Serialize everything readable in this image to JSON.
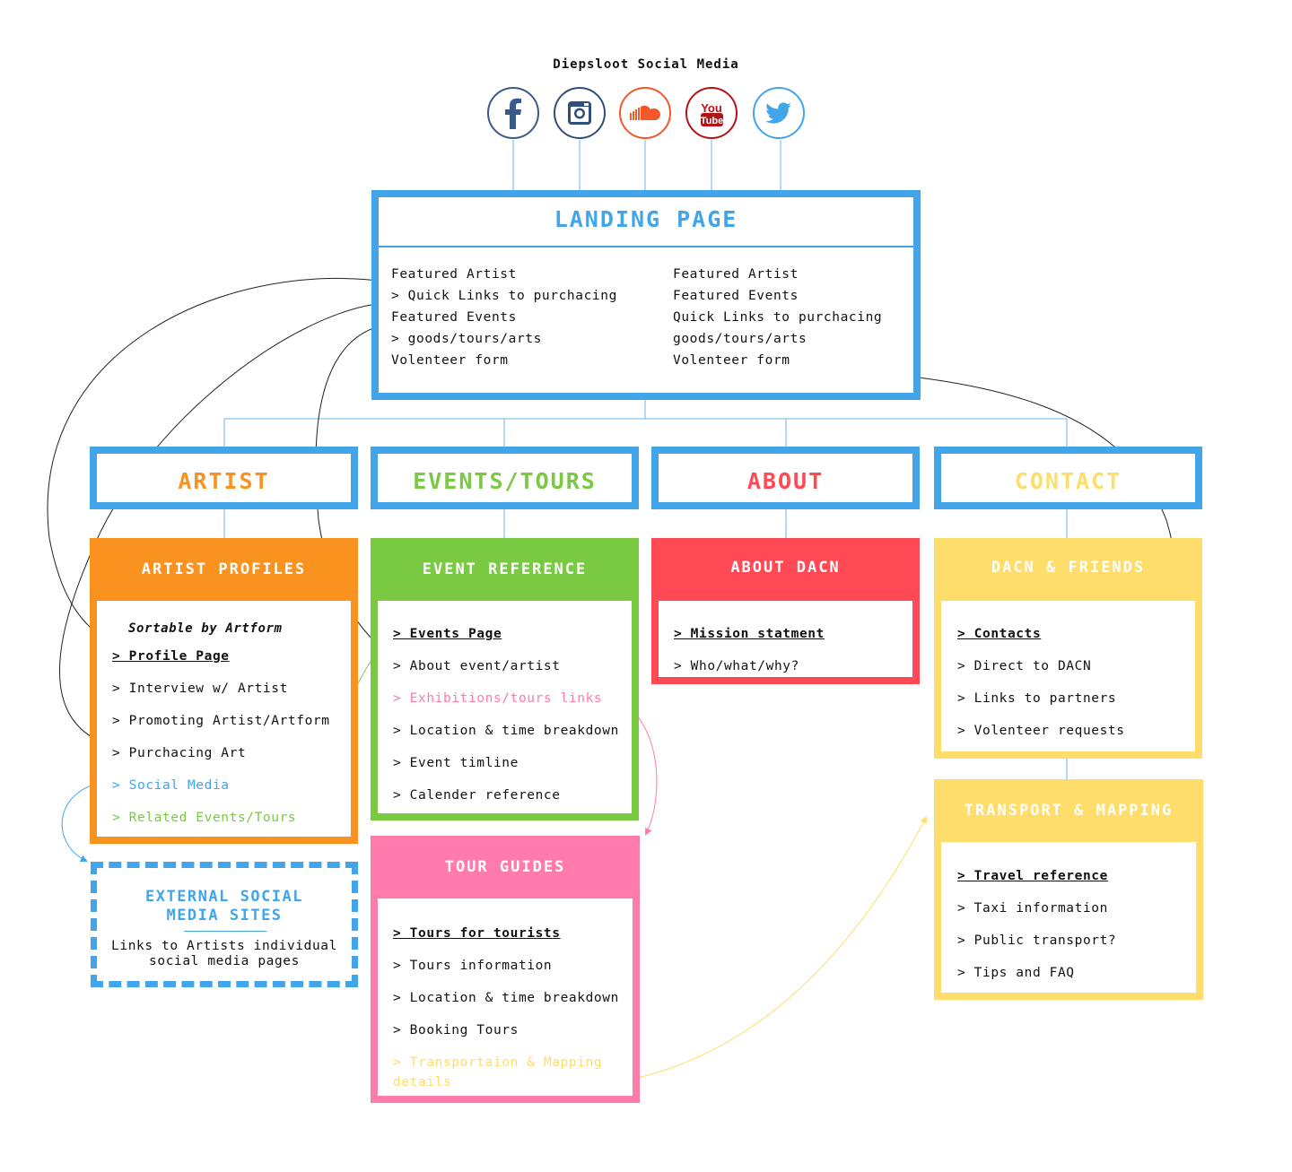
{
  "title": "Diepsloot Social Media",
  "icons": [
    "facebook-icon",
    "instagram-icon",
    "soundcloud-icon",
    "youtube-icon",
    "twitter-icon"
  ],
  "icon_texts": {
    "youtube_you": "You",
    "youtube_tube": "Tube"
  },
  "colors": {
    "blue": "#42a5ea",
    "orange": "#f9921f",
    "green": "#7ac943",
    "red": "#ff4a55",
    "yellow": "#ffdd6a",
    "pink": "#ff7bac",
    "facebook": "#3b5a88",
    "instagram": "#2d4f78",
    "soundcloud": "#f2582a",
    "youtube": "#b31217",
    "twitter": "#42a5ea"
  },
  "landing": {
    "title": "LANDING PAGE",
    "left": [
      "Featured Artist",
      "> Quick Links to purchacing",
      "Featured Events",
      "> goods/tours/arts",
      "Volenteer form"
    ],
    "right": [
      "Featured Artist",
      "Featured Events",
      "Quick Links to purchacing",
      "goods/tours/arts",
      "Volenteer form"
    ]
  },
  "sections": {
    "artist": "ARTIST",
    "events": "EVENTS/TOURS",
    "about": "ABOUT",
    "contact": "CONTACT"
  },
  "artist_profiles": {
    "title": "ARTIST PROFILES",
    "subtitle": "Sortable by Artform",
    "items": [
      "> Profile Page",
      "> Interview w/ Artist",
      "> Promoting Artist/Artform",
      "> Purchacing Art",
      "> Social Media",
      "> Related Events/Tours"
    ]
  },
  "event_reference": {
    "title": "EVENT REFERENCE",
    "items": [
      "> Events Page",
      "> About event/artist",
      "> Exhibitions/tours links",
      "> Location & time breakdown",
      "> Event timline",
      "> Calender reference"
    ]
  },
  "about_dacn": {
    "title": "ABOUT DACN",
    "items": [
      "> Mission statment",
      "> Who/what/why?"
    ]
  },
  "dacn_friends": {
    "title": "DACN & FRIENDS",
    "items": [
      "> Contacts",
      "> Direct to DACN",
      "> Links to partners",
      "> Volenteer requests"
    ]
  },
  "tour_guides": {
    "title": "TOUR GUIDES",
    "items": [
      "> Tours for tourists",
      "> Tours information",
      "> Location & time breakdown",
      "> Booking Tours",
      "> Transportaion & Mapping",
      "details"
    ]
  },
  "transport": {
    "title": "TRANSPORT & MAPPING",
    "items": [
      "> Travel reference",
      "> Taxi information",
      "> Public transport?",
      "> Tips and FAQ"
    ]
  },
  "external": {
    "title_line1": "EXTERNAL SOCIAL",
    "title_line2": "MEDIA SITES",
    "desc_line1": "Links to Artists individual",
    "desc_line2": "social media pages"
  }
}
